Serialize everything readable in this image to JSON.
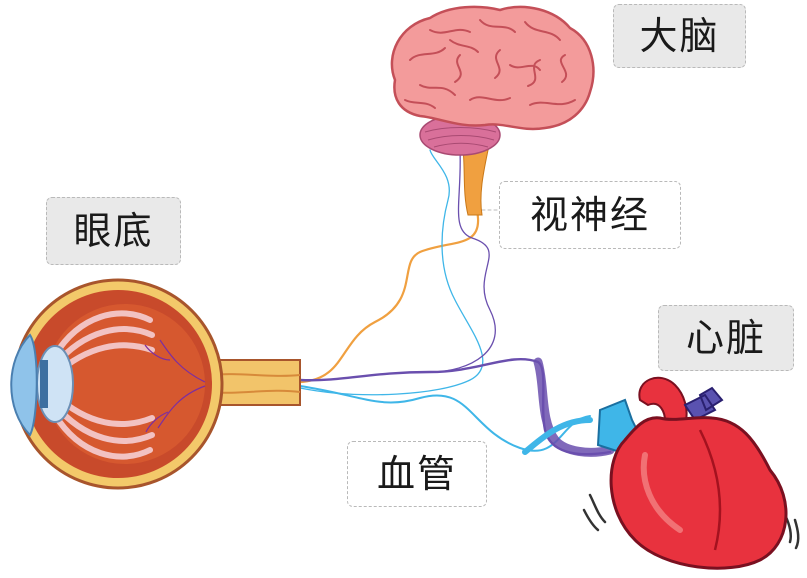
{
  "labels": {
    "brain": "大脑",
    "fundus": "眼底",
    "optic_nerve": "视神经",
    "heart": "心脏",
    "blood_vessel": "血管"
  },
  "colors": {
    "brain": "#f08a8a",
    "nerve": "#f0a040",
    "vessel_blue": "#3fb6e8",
    "vessel_purple": "#6a4fae",
    "heart": "#e8323e",
    "eye": "#c0392b"
  }
}
